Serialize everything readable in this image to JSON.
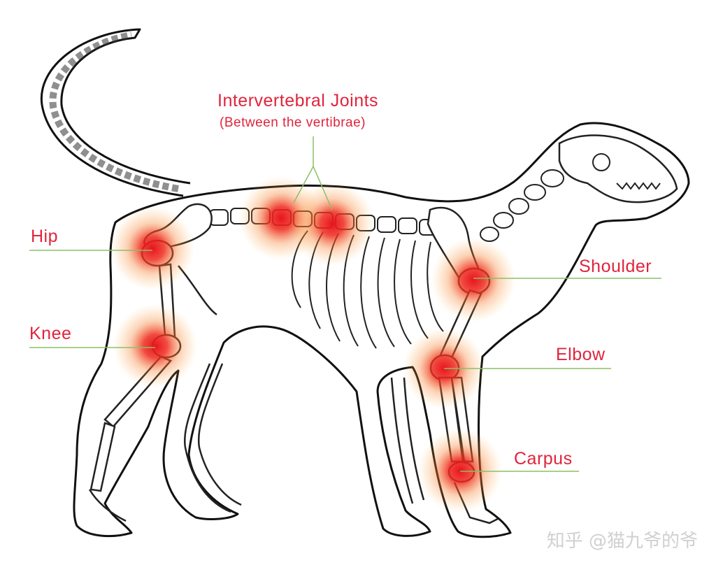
{
  "labels": {
    "intervertebral": "Intervertebral Joints",
    "intervertebral_sub": "(Between the vertibrae)",
    "hip": "Hip",
    "knee": "Knee",
    "shoulder": "Shoulder",
    "elbow": "Elbow",
    "carpus": "Carpus"
  },
  "watermark": "知乎 @猫九爷的爷",
  "colors": {
    "label": "#e0243c",
    "leader_line": "#8cc063",
    "outline": "#111111",
    "joint_glow": "#e8141e"
  }
}
